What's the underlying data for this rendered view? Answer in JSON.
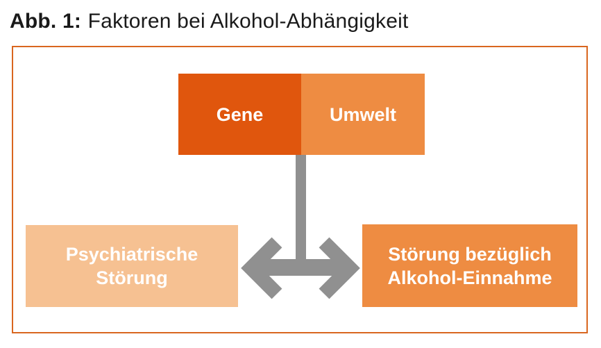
{
  "title": {
    "prefix": "Abb. 1:",
    "text": "Faktoren bei Alkohol-Abhängigkeit"
  },
  "diagram": {
    "top_row": {
      "gene_label": "Gene",
      "umwelt_label": "Umwelt"
    },
    "left_box": {
      "line1": "Psychiatrische",
      "line2": "Störung"
    },
    "right_box": {
      "line1": "Störung bezüglich",
      "line2": "Alkohol-Einnahme"
    },
    "arrow_icon": "t-shaped-double-headed-arrow"
  },
  "colors": {
    "gene_fill": "#e0560d",
    "umwelt_fill": "#ee8c42",
    "psych_fill": "#f6c192",
    "stoerung_fill": "#ee8c42",
    "arrow_gray": "#909090",
    "frame_border": "#d9661f",
    "title_color": "#1a1a1a"
  }
}
